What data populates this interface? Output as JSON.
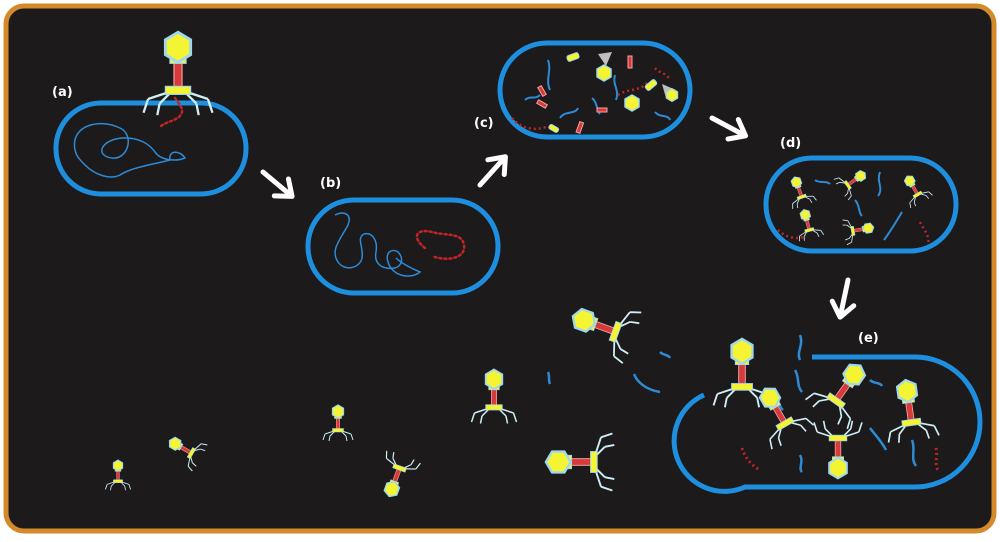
{
  "labels": {
    "a": "(a)",
    "b": "(b)",
    "c": "(c)",
    "d": "(d)",
    "e": "(e)"
  },
  "colors": {
    "background": "#1c1a1b",
    "frame": "#d4892b",
    "cell_membrane": "#1e8fde",
    "bacterial_dna": "#2d8bd6",
    "phage_dna": "#c02525",
    "phage_head": "#f4f432",
    "phage_head_outline": "#9fd7f0",
    "phage_tail": "#d73a3a",
    "phage_legs": "#cfeef8",
    "arrow": "#ffffff",
    "label": "#ffffff"
  },
  "icons": [
    "bacteriophage-icon",
    "bacterial-cell-icon",
    "arrow-icon"
  ]
}
